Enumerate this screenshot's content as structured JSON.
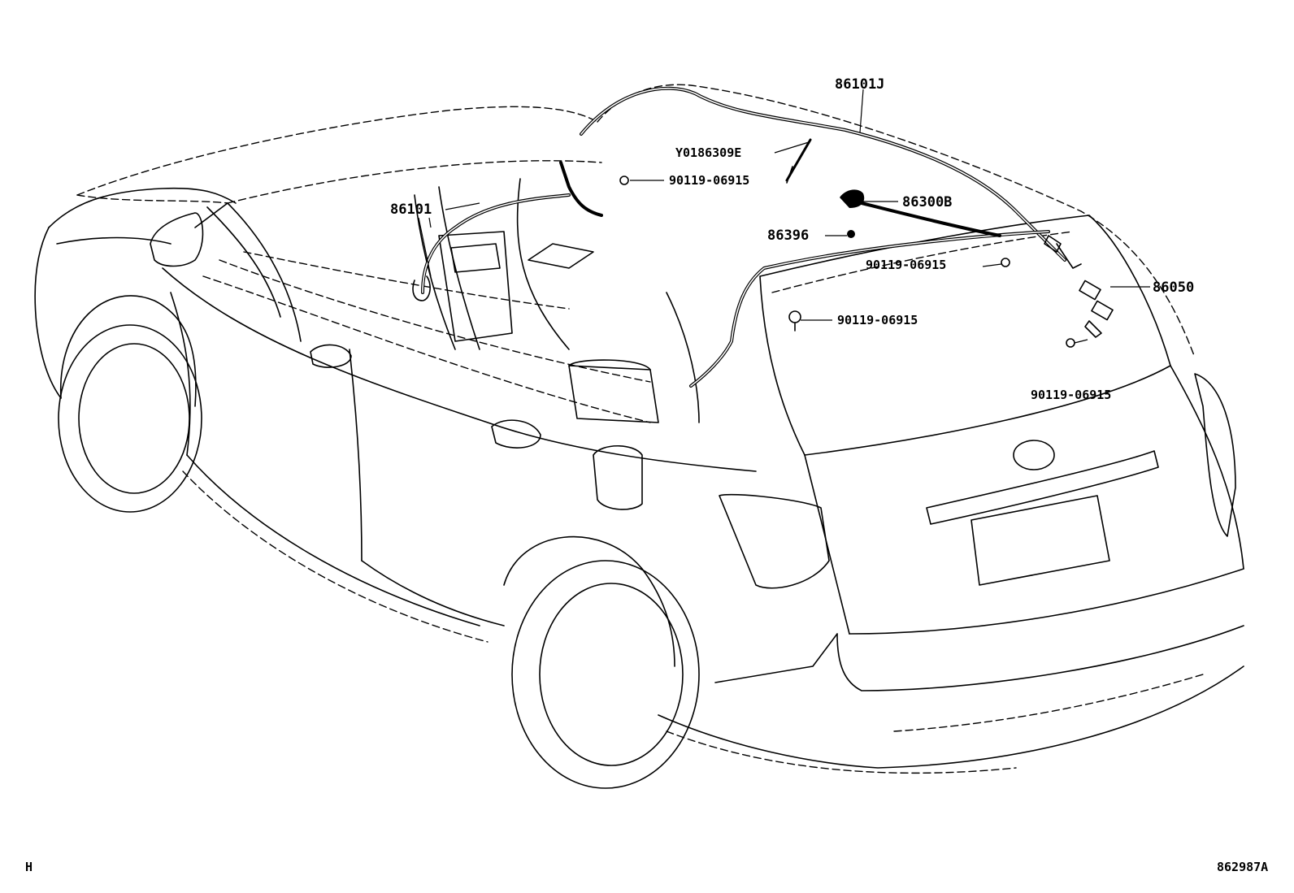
{
  "labels": {
    "p86101J": "86101J",
    "pY0186309E": "Y0186309E",
    "p90119_a": "90119-06915",
    "p86101": "86101",
    "p86300B": "86300B",
    "p86396": "86396",
    "p90119_b": "90119-06915",
    "p86050": "86050",
    "p90119_c": "90119-06915",
    "p90119_d": "90119-06915"
  },
  "corner_left": "H",
  "corner_right": "862987A"
}
